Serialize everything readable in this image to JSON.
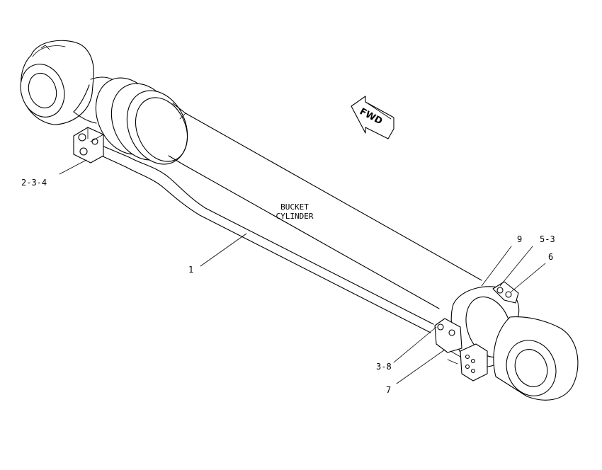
{
  "diagram": {
    "title_line1": "BUCKET",
    "title_line2": "CYLINDER",
    "direction_label": "FWD",
    "callouts": [
      {
        "id": "c-2-3-4",
        "text": "2-3-4"
      },
      {
        "id": "c-1",
        "text": "1"
      },
      {
        "id": "c-9",
        "text": "9"
      },
      {
        "id": "c-5-3",
        "text": "5-3"
      },
      {
        "id": "c-6",
        "text": "6"
      },
      {
        "id": "c-3-8",
        "text": "3-8"
      },
      {
        "id": "c-7",
        "text": "7"
      }
    ]
  }
}
